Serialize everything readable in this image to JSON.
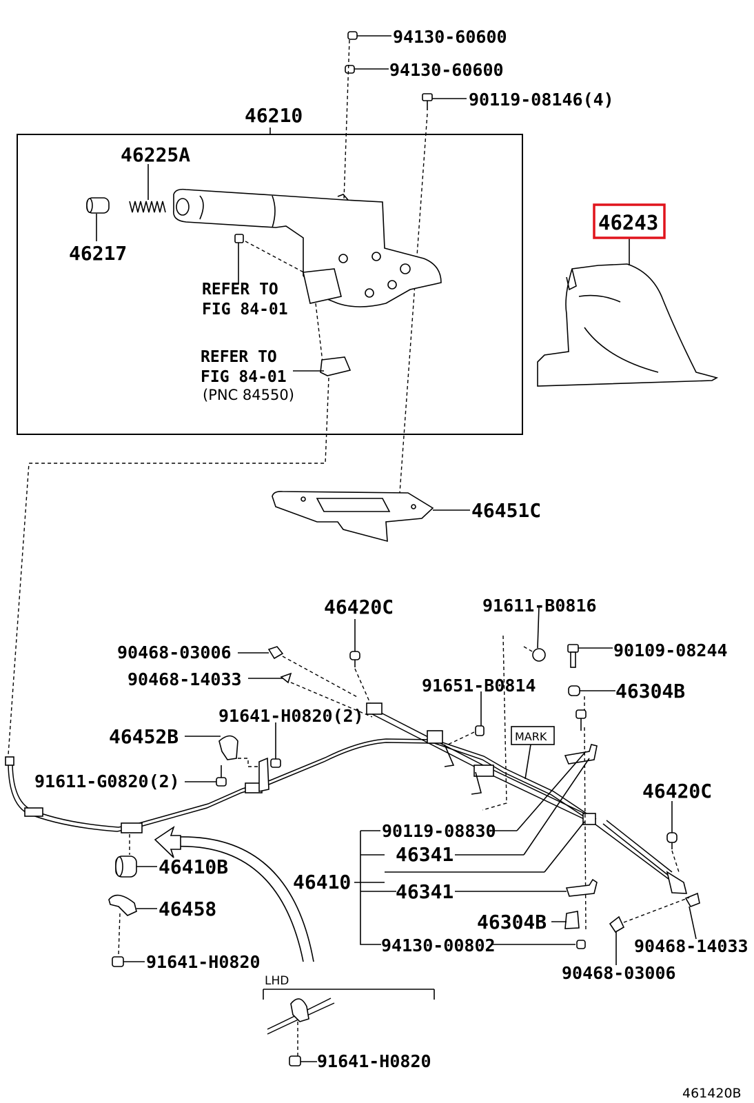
{
  "highlight_color": "#e0141c",
  "callouts": {
    "p1": "94130-60600",
    "p2": "94130-60600",
    "p3": "90119-08146(4)",
    "p4": "46210",
    "p5": "46225A",
    "p6": "46217",
    "p7": "46243",
    "p8a": "REFER TO",
    "p8b": "FIG 84-01",
    "p9a": "REFER TO",
    "p9b": "FIG 84-01",
    "p9c": "(PNC 84550)",
    "p10": "46451C",
    "p11": "46420C",
    "p12": "91611-B0816",
    "p13": "90468-03006",
    "p14": "90109-08244",
    "p15": "90468-14033",
    "p16": "91651-B0814",
    "p17": "46304B",
    "p18": "91641-H0820(2)",
    "p19": "46452B",
    "p20": "MARK",
    "p21": "91611-G0820(2)",
    "p22": "46420C",
    "p23": "90119-08830",
    "p24": "46341",
    "p25": "46410B",
    "p26": "46410",
    "p27": "46341",
    "p28": "46458",
    "p29": "46304B",
    "p30": "94130-00802",
    "p31": "90468-14033",
    "p32": "91641-H0820",
    "p33": "90468-03006",
    "p34": "LHD",
    "p35": "91641-H0820",
    "p36": "461420B"
  }
}
